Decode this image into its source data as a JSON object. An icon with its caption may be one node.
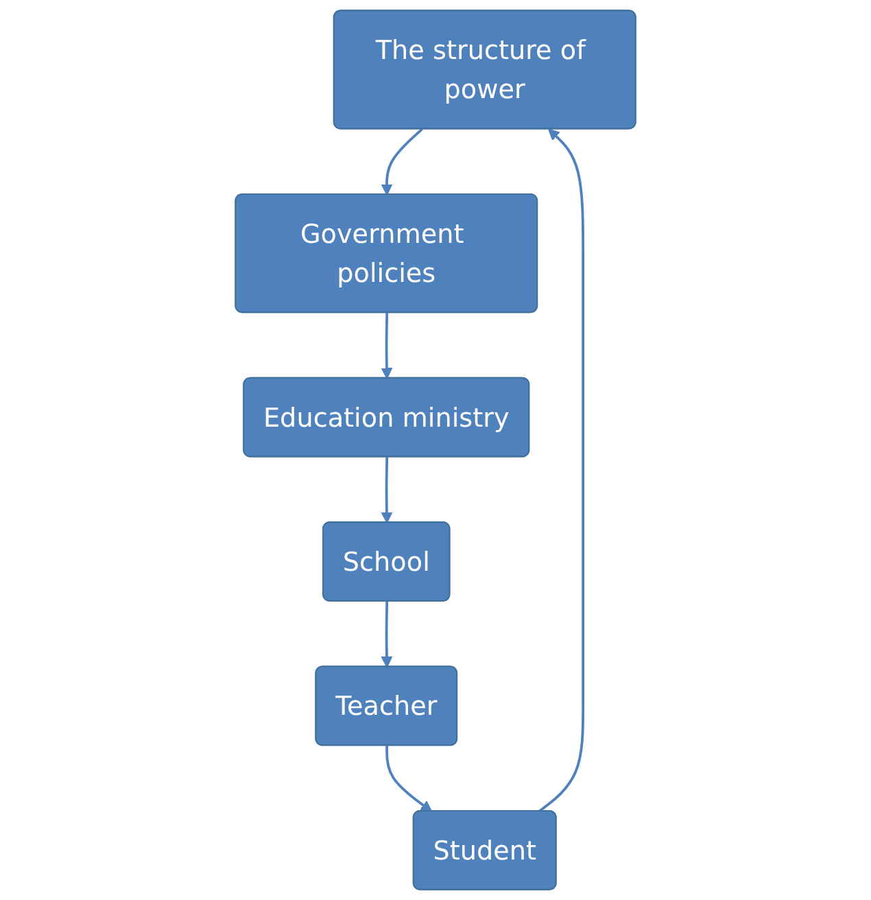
{
  "diagram": {
    "nodes": [
      {
        "text": [
          "The structure of power"
        ]
      },
      {
        "text": [
          "Government policies"
        ]
      },
      {
        "text": [
          "Education ministry"
        ]
      },
      {
        "text": [
          "School"
        ]
      },
      {
        "text": [
          "Teacher"
        ]
      },
      {
        "text": [
          "Student"
        ]
      }
    ],
    "edges": [
      {
        "from": 0,
        "to": 1,
        "arrow": "to"
      },
      {
        "from": 1,
        "to": 2,
        "arrow": "to"
      },
      {
        "from": 2,
        "to": 3,
        "arrow": "to"
      },
      {
        "from": 3,
        "to": 4,
        "arrow": "to"
      },
      {
        "from": 4,
        "to": 5,
        "arrow": "to"
      },
      {
        "from": 5,
        "to": 0,
        "arrow": "to"
      }
    ]
  }
}
